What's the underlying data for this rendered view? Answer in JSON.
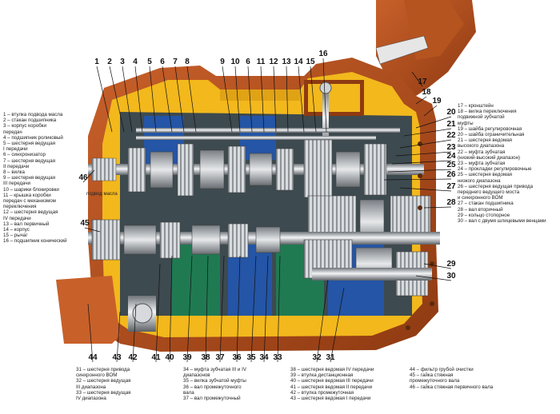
{
  "diagram": {
    "callouts_top": [
      "1",
      "2",
      "3",
      "4",
      "5",
      "6",
      "7",
      "8",
      "9",
      "10",
      "6",
      "11",
      "12",
      "13",
      "14",
      "15",
      "16"
    ],
    "callouts_right": [
      "17",
      "18",
      "19",
      "20",
      "21",
      "22",
      "23",
      "24",
      "25",
      "26",
      "27",
      "28",
      "29",
      "30"
    ],
    "callouts_bottom": [
      "44",
      "43",
      "42",
      "41",
      "40",
      "39",
      "38",
      "37",
      "36",
      "35",
      "34",
      "33",
      "32",
      "31"
    ],
    "callouts_left": [
      "46",
      "45"
    ],
    "inline_label": "подвод масла"
  },
  "legend_left": [
    "1 – втулка подвода масла",
    "2 – стакан подшипника",
    "3 – корпус коробки",
    "передач",
    "4 – подшипник роликовый",
    "5 – шестерня ведущая",
    "I передачи",
    "6 – синхронизатор",
    "7 – шестерня ведущая",
    "II передачи",
    "8 – вилка",
    "9 – шестерня ведущая",
    "III передачи",
    "10 – шарики блокировки",
    "11 – крышка коробки",
    "передач с механизмом",
    "переключения",
    "12 – шестерня ведущая",
    "IV передачи",
    "13 – вал первичный",
    "14 – корпус",
    "15 – рычаг",
    "16 – подшипник конический"
  ],
  "legend_right": [
    "17 – кронштейн",
    "18 – вилка переключения",
    "подвижной зубчатой",
    "муфты",
    "19 – шайба регулировочная",
    "20 – шайба ограничительная",
    "21 – шестерня ведомая",
    "высокого диапазона",
    "22 – муфта зубчатая",
    "(низкий-высокий диапазон)",
    "23 – муфта зубчатая",
    "24 – прокладки регулировочные",
    "25 – шестерня ведомая",
    "низкого диапазона",
    "26 – шестерня ведущая привода",
    "переднего ведущего моста",
    "и синхронного ВОМ",
    "27 – стакан подшипника",
    "28 – вал вторичный",
    "29 – кольцо стопорное",
    "30 – вал с двумя шлицевыми венцами"
  ],
  "legend_bottom": [
    [
      "31 – шестерня привода",
      "синхронного ВОМ",
      "32 – шестерня ведущая",
      "III диапазона",
      "33 – шестерня ведущая",
      "IV диапазона"
    ],
    [
      "34 – муфта зубчатая III и IV",
      "диапазонов",
      "35 – вилка зубчатой муфты",
      "36 – вал промежуточного",
      "вала",
      "37 – вал промежуточный"
    ],
    [
      "38 – шестерня ведомая IV передачи",
      "39 – втулка дистанционная",
      "40 – шестерня ведомая III передачи",
      "41 – шестерня ведомая II передачи",
      "42 – втулка промежуточная",
      "43 – шестерня ведомая I передачи"
    ],
    [
      "44 – фильтр грубой очистки",
      "45 – гайка стяжная",
      "промежуточного вала",
      "46 – гайка стяжная первичного вала"
    ]
  ]
}
